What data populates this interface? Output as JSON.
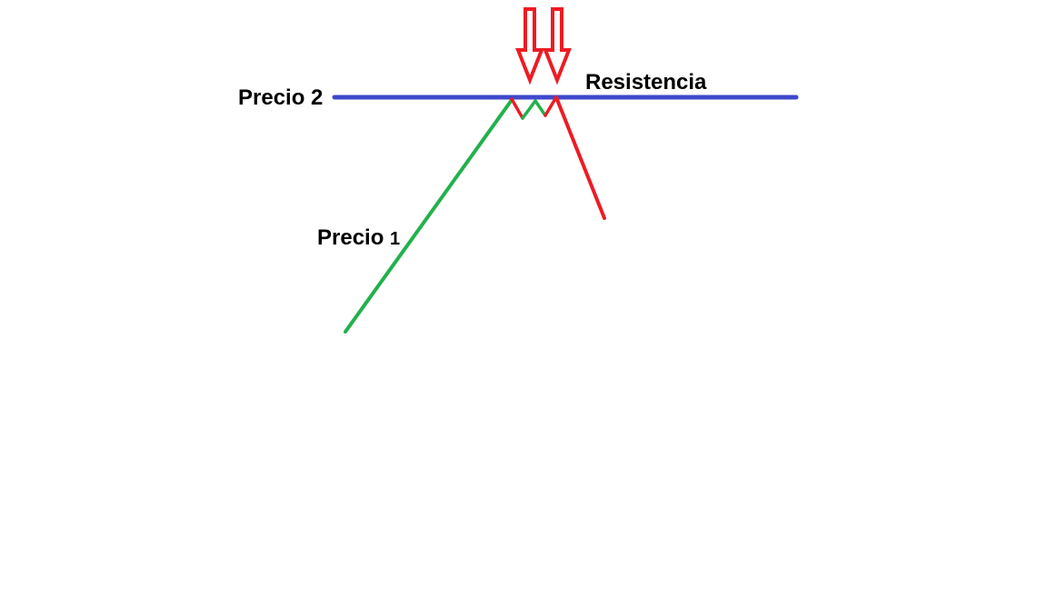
{
  "diagram": {
    "labels": {
      "precio2": "Precio 2",
      "resistencia": "Resistencia",
      "precio1_word": "Precio",
      "precio1_num": "1"
    },
    "colors": {
      "resistance_line": "#3f48cc",
      "uptrend": "#22b14c",
      "downtrend": "#ed1c24",
      "arrow_stroke": "#ed1c24",
      "arrow_fill": "#ffffff",
      "text": "#000000",
      "background": "#ffffff"
    },
    "icons": {
      "down_arrow_left": "down-arrow-icon",
      "down_arrow_right": "down-arrow-icon"
    }
  }
}
